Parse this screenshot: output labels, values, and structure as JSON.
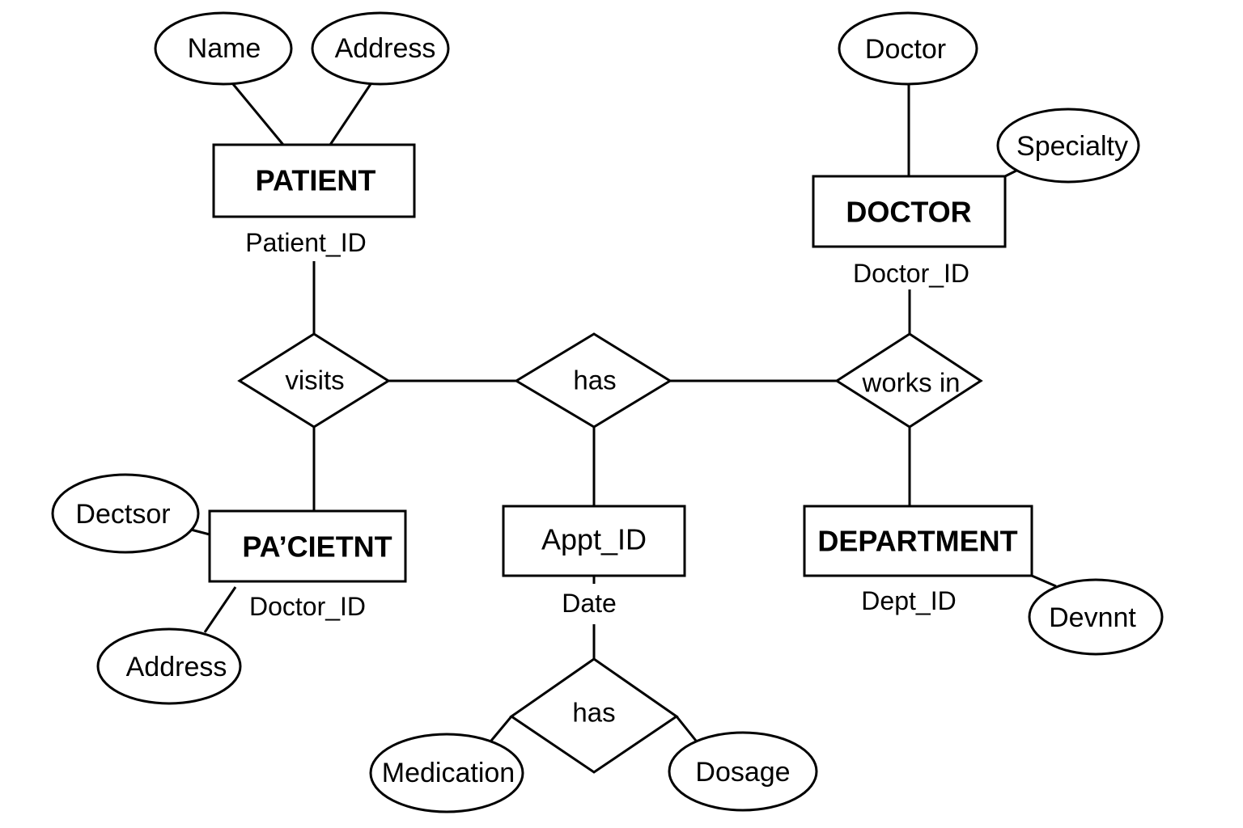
{
  "entities": {
    "patient": "PATIENT",
    "doctor": "DOCTOR",
    "pacietnt": "PA’CIETNT",
    "appt": "Appt_ID",
    "department": "DEPARTMENT"
  },
  "relationships": {
    "visits": "visits",
    "has_center": "has",
    "works_in": "works in",
    "has_bottom": "has"
  },
  "attributes": {
    "patient_name": "Name",
    "patient_address": "Address",
    "doctor_doctor": "Doctor",
    "doctor_specialty": "Specialty",
    "pacietnt_dectsor": "Dectsor",
    "pacietnt_address": "Address",
    "department_devnnt": "Devnnt",
    "medication": "Medication",
    "dosage": "Dosage"
  },
  "keys": {
    "patient_id": "Patient_ID",
    "doctor_id": "Doctor_ID",
    "pacietnt_doctor_id": "Doctor_ID",
    "date": "Date",
    "dept_id": "Dept_ID"
  }
}
